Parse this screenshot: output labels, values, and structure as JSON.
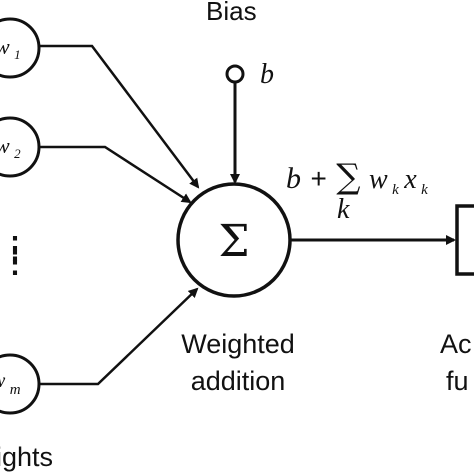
{
  "labels": {
    "bias": "Bias",
    "bias_symbol": "b",
    "sum_symbol": "Σ",
    "weighted_line1": "Weighted",
    "weighted_line2": "addition",
    "weights_fragment": "ights",
    "activation_fragment_1": "Ac",
    "activation_fragment_2": "fu"
  },
  "formula": {
    "b": "b",
    "plus": "+",
    "sigma": "∑",
    "w": "w",
    "w_sub": "k",
    "x": "x",
    "x_sub": "k",
    "below": "k"
  },
  "inputs": [
    {
      "w": "w",
      "sub": "1"
    },
    {
      "w": "w",
      "sub": "2"
    },
    {
      "w": "w",
      "sub": "m"
    }
  ],
  "ellipsis": "⋮",
  "colors": {
    "stroke": "#111111",
    "background": "#ffffff"
  }
}
